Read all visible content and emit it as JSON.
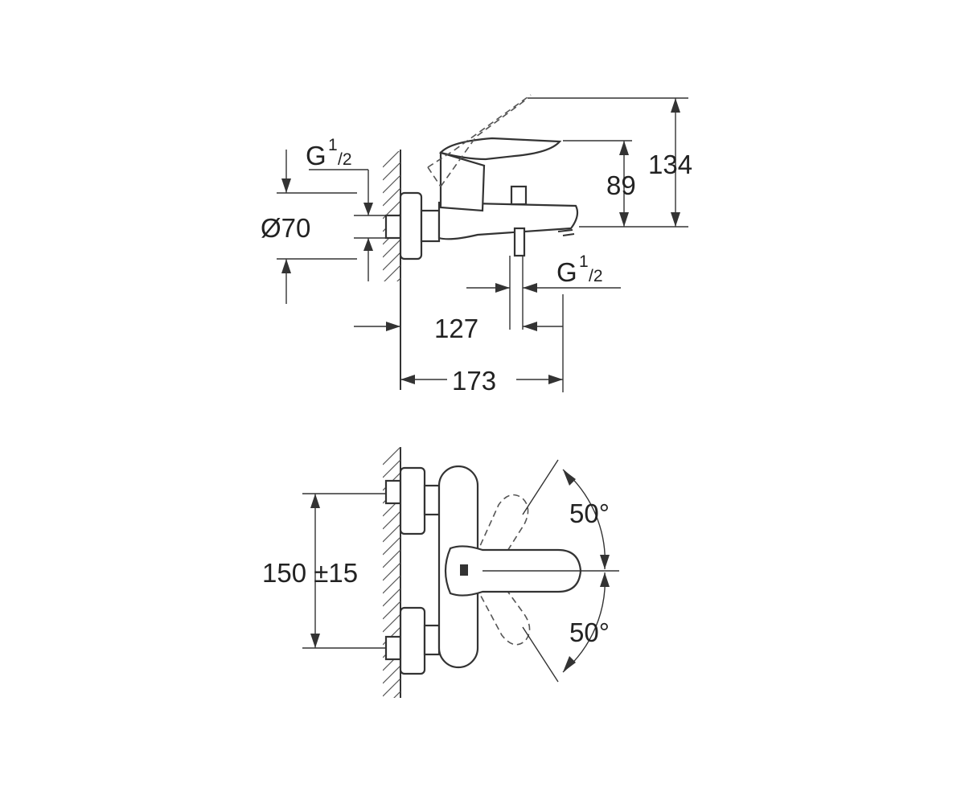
{
  "labels": {
    "thread_inlet": "G",
    "thread_inlet_sup": "1",
    "thread_inlet_sub": "/2",
    "diameter": "Ø70",
    "height_total": "134",
    "height_spout": "89",
    "thread_outlet": "G",
    "thread_outlet_sup": "1",
    "thread_outlet_sub": "/2",
    "depth_outlet": "127",
    "depth_total": "173",
    "spacing": "150 ±15",
    "angle_upper": "50°",
    "angle_lower": "50°"
  },
  "colors": {
    "line": "#333333",
    "background": "#ffffff"
  }
}
